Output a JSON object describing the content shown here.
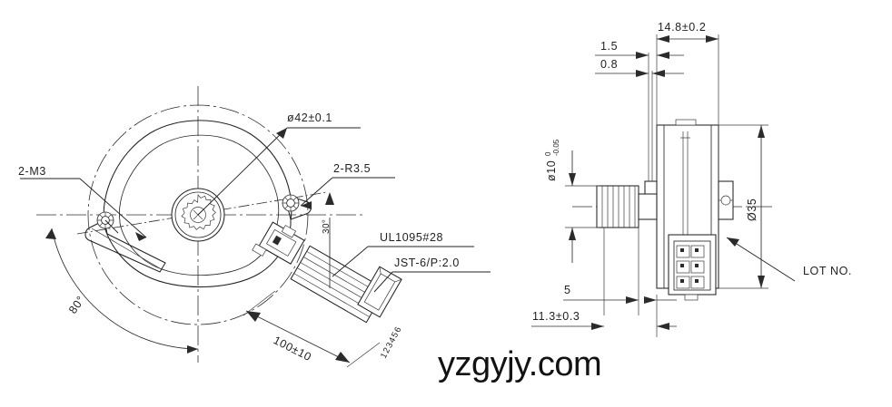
{
  "document": {
    "type": "engineering-drawing",
    "title": "Stepper Motor Outline Dimension Drawing",
    "watermark": "yzgyjy.com"
  },
  "front_view": {
    "name": "front-view",
    "labels": {
      "mounting_holes": "2-M3",
      "outer_diameter": "ø42±0.1",
      "corner_radius": "2-R3.5",
      "wire_spec": "UL1095#28",
      "connector_spec": "JST-6/P:2.0",
      "wire_length": "100±10",
      "angle_lead": "30°",
      "angle_sector": "80°",
      "pin_numbers": "123456"
    }
  },
  "side_view": {
    "name": "side-view",
    "labels": {
      "body_length": "14.8±0.2",
      "dim_1_5": "1.5",
      "dim_0_8": "0.8",
      "shaft_diameter": "ø10",
      "shaft_tol_upper": "0",
      "shaft_tol_lower": "-0.05",
      "body_diameter": "Ø35",
      "shaft_length": "5",
      "total_length": "11.3±0.3",
      "lot_marking": "LOT NO."
    }
  },
  "colors": {
    "line": "#232323",
    "center_line": "#2f2f2f",
    "text": "#222222",
    "background": "#ffffff",
    "watermark": "#121212"
  }
}
